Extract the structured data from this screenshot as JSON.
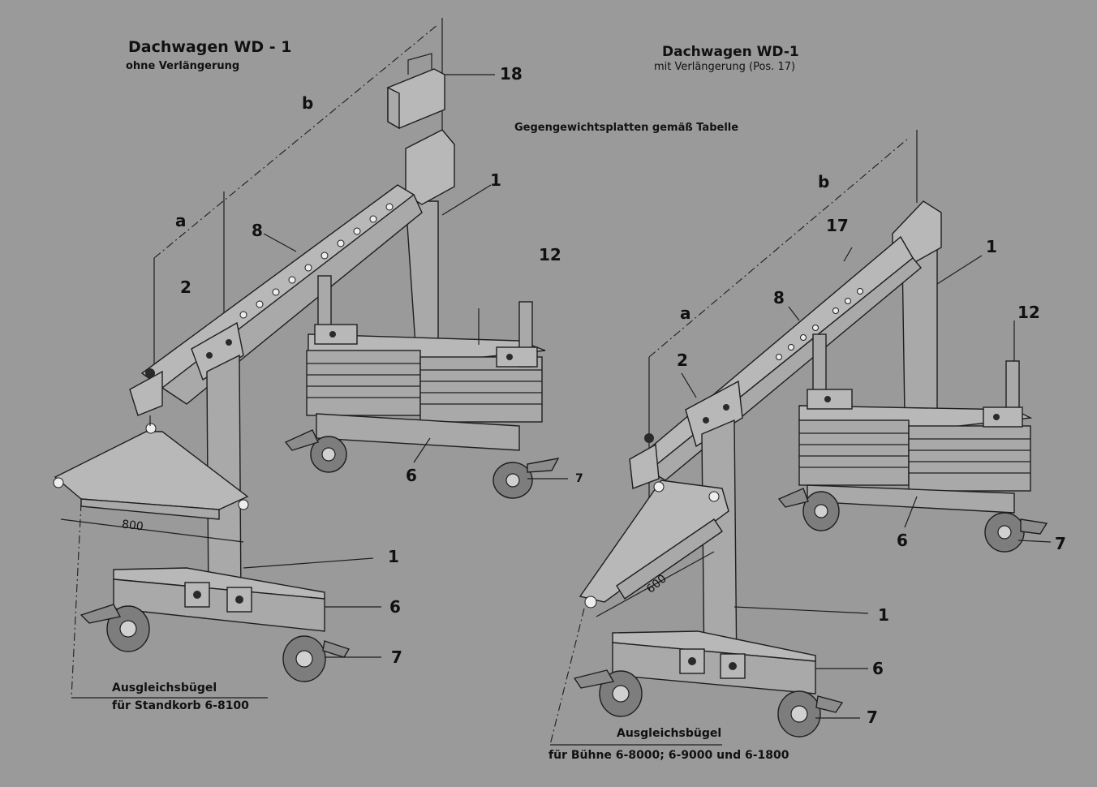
{
  "left": {
    "title": "Dachwagen WD - 1",
    "subtitle": "ohne Verlängerung",
    "caption_line1": "Ausgleichsbügel",
    "caption_line2": "für Standkorb 6-8100",
    "dimension_800": "800",
    "labels": {
      "b": "b",
      "a": "a",
      "n18": "18",
      "n1_top": "1",
      "n8": "8",
      "n2": "2",
      "n12": "12",
      "n6_top": "6",
      "n7_top": "7",
      "n1_bottom": "1",
      "n6_bottom": "6",
      "n7_bottom": "7"
    }
  },
  "center_note": "Gegengewichtsplatten gemäß Tabelle",
  "right": {
    "title": "Dachwagen WD-1",
    "subtitle": "mit Verlängerung (Pos. 17)",
    "caption_line1": "Ausgleichsbügel",
    "caption_line2": "für Bühne 6-8000; 6-9000 und 6-1800",
    "dimension_600": "600",
    "labels": {
      "b": "b",
      "n17": "17",
      "n1_top": "1",
      "n8": "8",
      "a": "a",
      "n2": "2",
      "n12": "12",
      "n6_top": "6",
      "n7_top": "7",
      "n1_bottom": "1",
      "n6_bottom": "6",
      "n7_bottom": "7"
    }
  }
}
